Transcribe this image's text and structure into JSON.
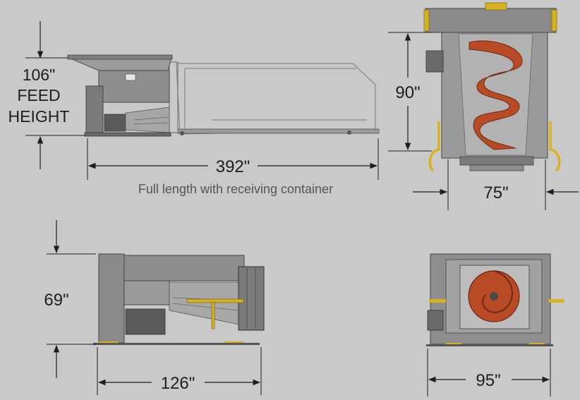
{
  "labels": {
    "feed_height_value": "106\"",
    "feed_height_line1": "FEED",
    "feed_height_line2": "HEIGHT",
    "full_length": "392\"",
    "full_length_caption": "Full length with receiving container",
    "front_height": "90\"",
    "front_width": "75\"",
    "side_height": "69\"",
    "side_length": "126\"",
    "back_width": "95\""
  },
  "colors": {
    "background": "#c9c9c9",
    "machine_gray": "#8e8e8e",
    "dark_gray": "#5a5a5a",
    "auger_rust": "#b84a26",
    "hardware_yellow": "#d8b21e",
    "dimension_line": "#1e1e1e"
  }
}
